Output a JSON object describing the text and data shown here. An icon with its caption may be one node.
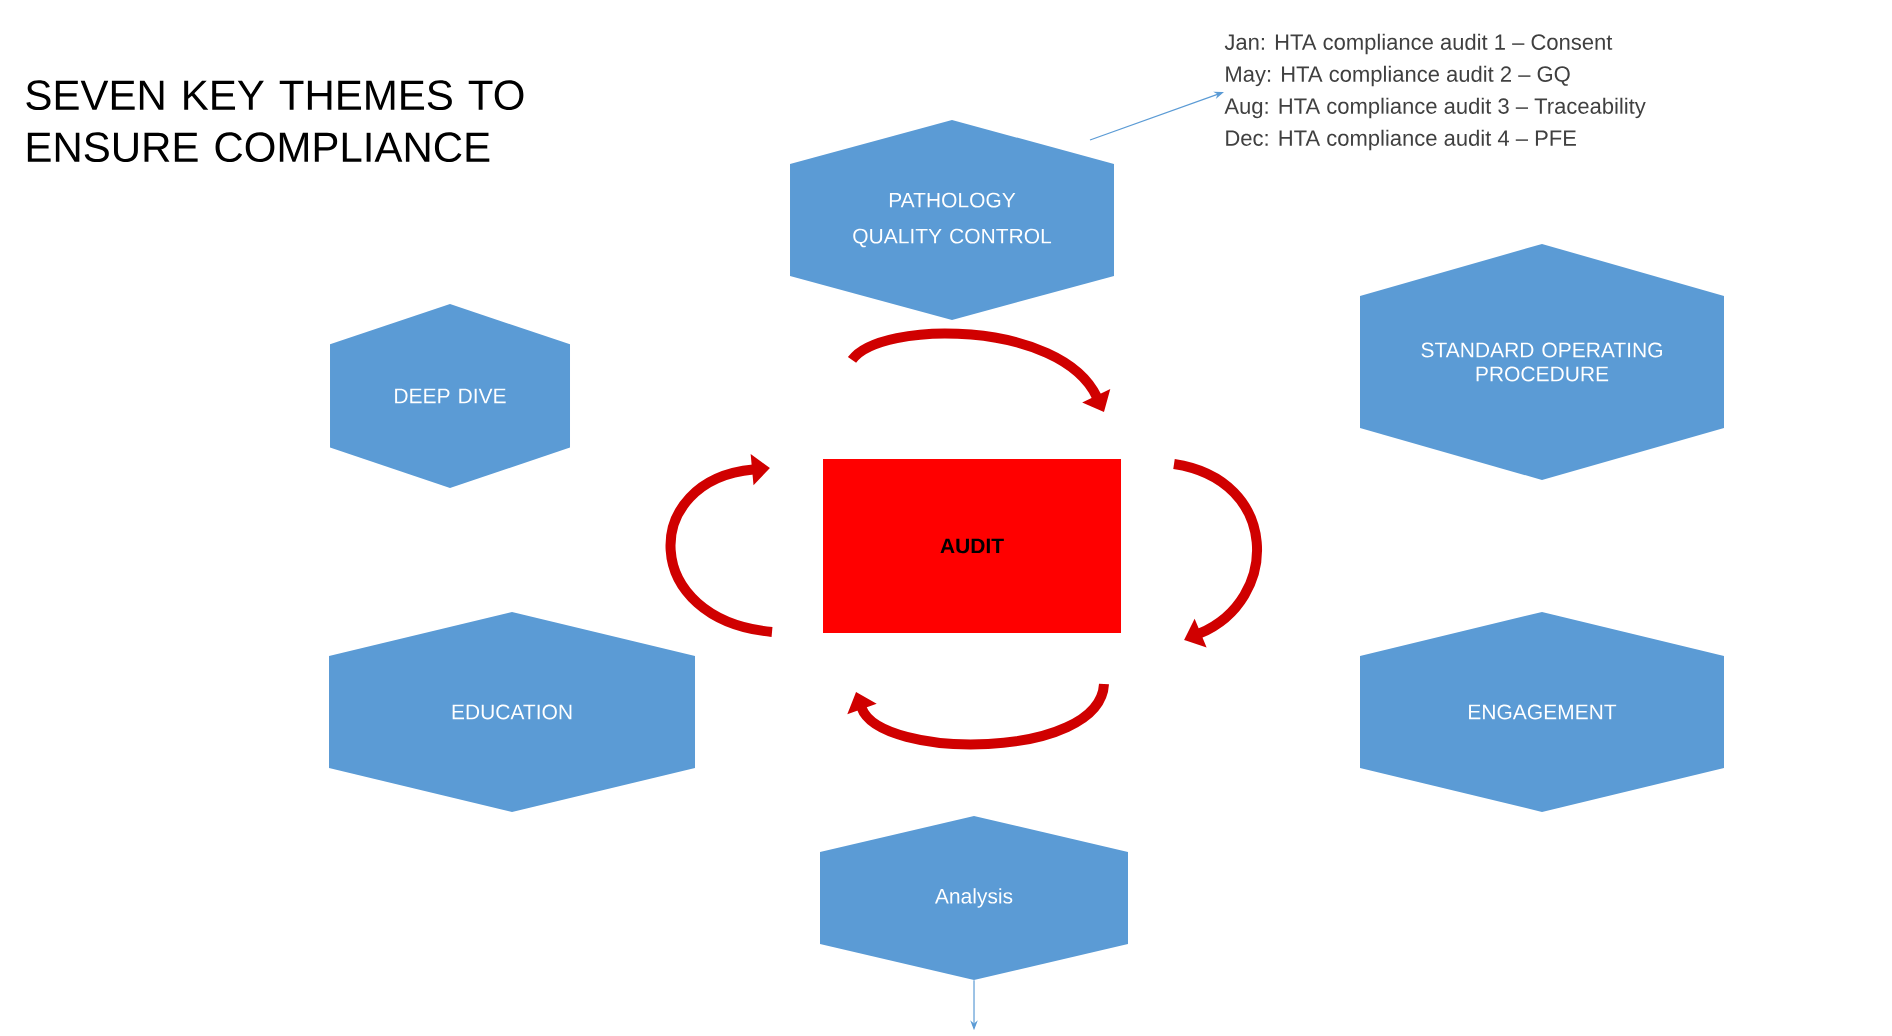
{
  "diagram": {
    "title": "SEVEN KEY THEMES TO ENSURE COMPLIANCE",
    "nodes": [
      {
        "text": [
          "PATHOLOGY",
          "QUALITY CONTROL"
        ]
      },
      {
        "text": [
          "Jan: HTA compliance audit 1 – Consent",
          "May: HTA compliance audit 2 – GQ",
          "Aug: HTA compliance audit 3 – Traceability",
          "Dec: HTA compliance audit 4 – PFE"
        ]
      },
      {
        "text": [
          "DEEP DIVE"
        ]
      },
      {
        "text": [
          "STANDARD OPERATING PROCEDURE"
        ]
      },
      {
        "text": [
          "AUDIT"
        ]
      },
      {
        "text": [
          "EDUCATION"
        ]
      },
      {
        "text": [
          "ENGAGEMENT"
        ]
      },
      {
        "text": [
          "Analysis"
        ]
      }
    ],
    "edges": [
      {
        "from": 0,
        "to": 1,
        "arrow": "to"
      },
      {
        "from": 7,
        "to": null,
        "arrow": "to"
      }
    ]
  }
}
